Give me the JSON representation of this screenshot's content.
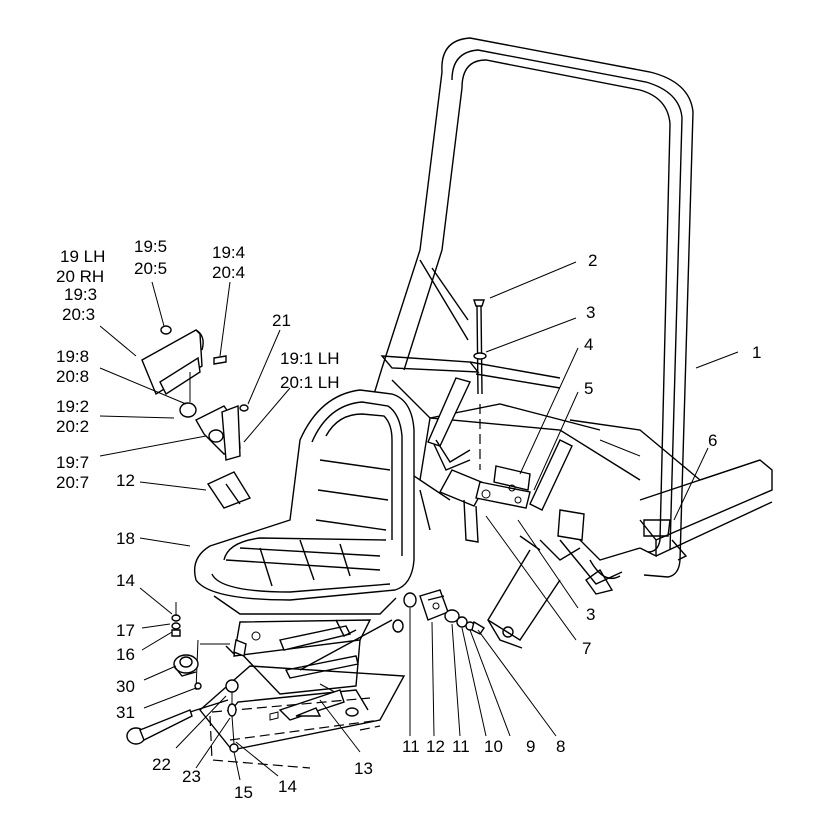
{
  "callouts": {
    "c1": "1",
    "c2": "2",
    "c3a": "3",
    "c3b": "3",
    "c4": "4",
    "c5": "5",
    "c6": "6",
    "c7": "7",
    "c8": "8",
    "c9": "9",
    "c10": "10",
    "c11a": "11",
    "c11b": "11",
    "c12a": "12",
    "c12b": "12",
    "c13": "13",
    "c14a": "14",
    "c14b": "14",
    "c15": "15",
    "c16": "16",
    "c17": "17",
    "c18": "18",
    "c21": "21",
    "c22": "22",
    "c23": "23",
    "c30": "30",
    "c31": "31",
    "g_19lh": "19 LH",
    "g_20rh": "20 RH",
    "g_19_3": "19:3",
    "g_20_3": "20:3",
    "g_19_5": "19:5",
    "g_20_5": "20:5",
    "g_19_4": "19:4",
    "g_20_4": "20:4",
    "g_19_8": "19:8",
    "g_20_8": "20:8",
    "g_19_2": "19:2",
    "g_20_2": "20:2",
    "g_19_7": "19:7",
    "g_20_7": "20:7",
    "g_19_1": "19:1 LH",
    "g_20_1": "20:1 LH"
  }
}
